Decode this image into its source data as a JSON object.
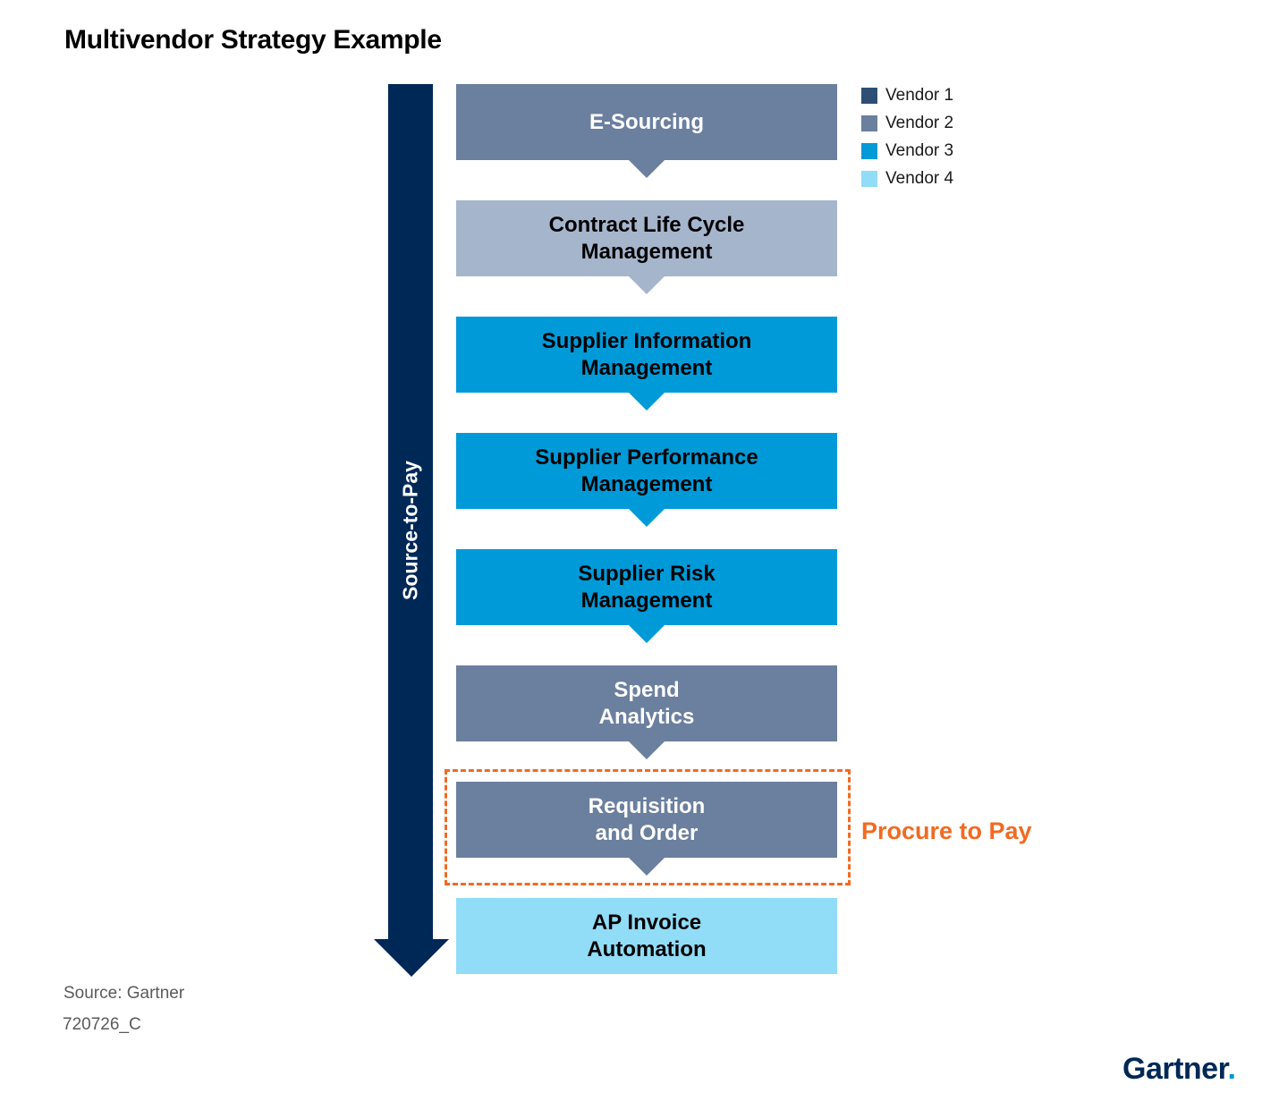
{
  "title": "Multivendor Strategy Example",
  "arrow_label": "Source-to-Pay",
  "colors": {
    "arrow": "#002856",
    "vendor_1": "#2e4f73",
    "vendor_2": "#6b7f9f",
    "vendor_2_light": "#a5b5cc",
    "vendor_3": "#009ad9",
    "vendor_4": "#91dcf6",
    "highlight": "#f26a21"
  },
  "legend": [
    {
      "label": "Vendor 1",
      "color": "#2e4f73"
    },
    {
      "label": "Vendor 2",
      "color": "#6b7f9f"
    },
    {
      "label": "Vendor 3",
      "color": "#009ad9"
    },
    {
      "label": "Vendor 4",
      "color": "#91dcf6"
    }
  ],
  "steps": [
    {
      "label": "E-Sourcing",
      "color": "#6b7f9f",
      "text_color": "#ffffff"
    },
    {
      "label": "Contract Life Cycle\nManagement",
      "color": "#a5b5cc",
      "text_color": "#000000"
    },
    {
      "label": "Supplier Information\nManagement",
      "color": "#009ad9",
      "text_color": "#000000"
    },
    {
      "label": "Supplier Performance\nManagement",
      "color": "#009ad9",
      "text_color": "#000000"
    },
    {
      "label": "Supplier Risk\nManagement",
      "color": "#009ad9",
      "text_color": "#000000"
    },
    {
      "label": "Spend\nAnalytics",
      "color": "#6b7f9f",
      "text_color": "#ffffff"
    },
    {
      "label": "Requisition\nand Order",
      "color": "#6b7f9f",
      "text_color": "#ffffff"
    },
    {
      "label": "AP Invoice\nAutomation",
      "color": "#91dcf6",
      "text_color": "#000000"
    }
  ],
  "procure_label": "Procure to Pay",
  "source": "Source: Gartner",
  "code": "720726_C",
  "logo": "Gartner",
  "logo_dot": "."
}
